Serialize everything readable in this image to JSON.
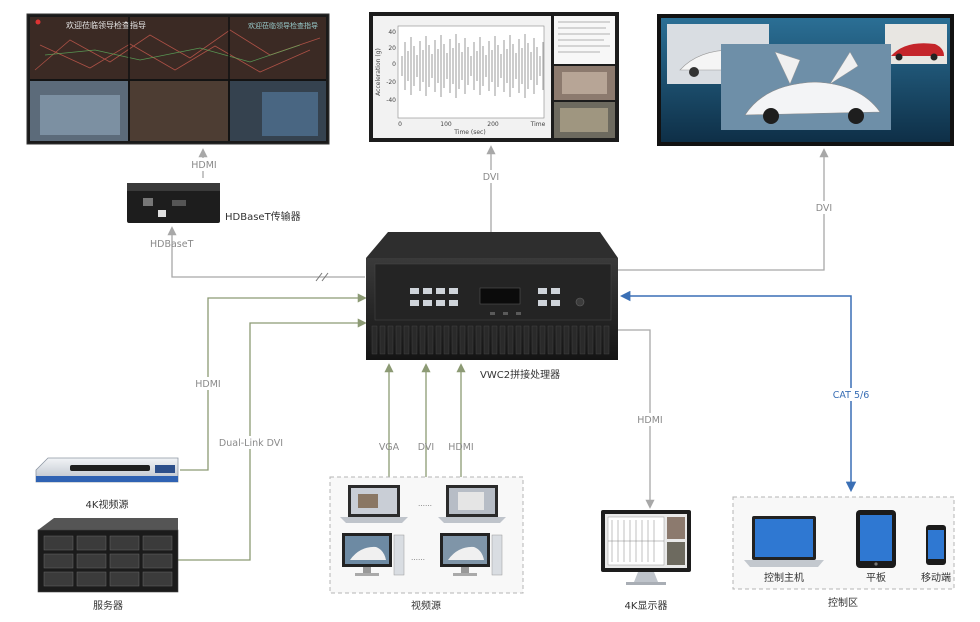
{
  "processor": {
    "label": "VWC2拼接处理器"
  },
  "hdbaset_box": {
    "label": "HDBaseT传输器"
  },
  "video_wall": {
    "title_left": "欢迎莅临领导检查指导",
    "title_right": "欢迎莅临领导检查指导"
  },
  "chart_screen": {
    "xlabel": "Time (sec)",
    "ylabel": "Acceleration (g)",
    "yticks": [
      "40",
      "20",
      "0",
      "-20",
      "-40"
    ],
    "xticks": [
      "0",
      "100",
      "200",
      "Time"
    ]
  },
  "devices": {
    "source_4k": "4K视频源",
    "server": "服务器",
    "video_source_group": "视频源",
    "display_4k": "4K显示器",
    "control_area": "控制区",
    "control_host": "控制主机",
    "tablet": "平板",
    "mobile": "移动端",
    "dots_top": "……",
    "dots_bottom": "……"
  },
  "connections": {
    "hdmi_wall": "HDMI",
    "hdbaset": "HDBaseT",
    "dvi_chart": "DVI",
    "dvi_cars": "DVI",
    "hdmi_4k_source": "HDMI",
    "dual_link_dvi": "Dual-Link DVI",
    "vga": "VGA",
    "dvi_src": "DVI",
    "hdmi_src": "HDMI",
    "hdmi_display": "HDMI",
    "cat": "CAT 5/6"
  },
  "colors": {
    "gray_line": "#a8a8a8",
    "green_line": "#8c9a74",
    "blue_line": "#3a6fb5"
  }
}
